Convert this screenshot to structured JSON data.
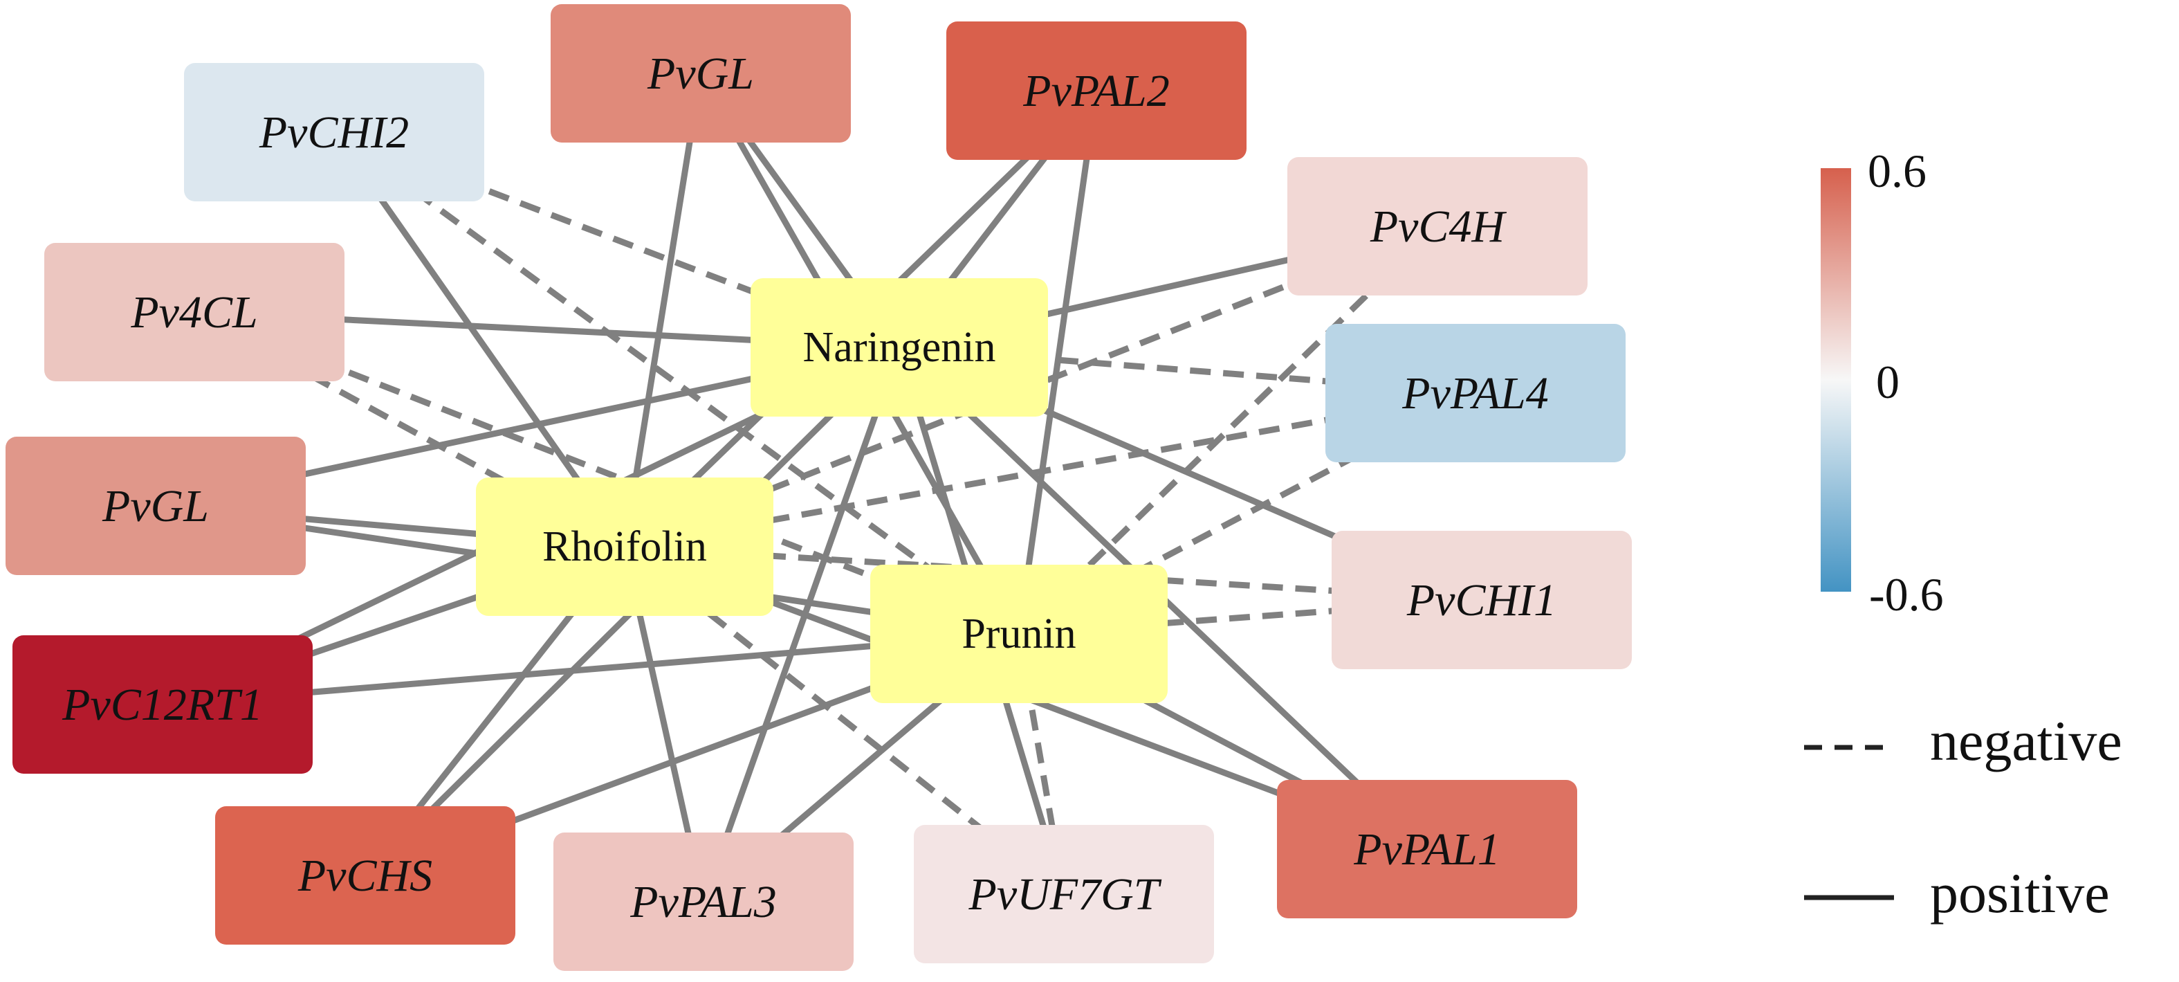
{
  "hubs": [
    {
      "id": "naringenin",
      "label": "Naringenin",
      "color": "#FFFF99"
    },
    {
      "id": "rhoifolin",
      "label": "Rhoifolin",
      "color": "#FFFF99"
    },
    {
      "id": "prunin",
      "label": "Prunin",
      "color": "#FFFF99"
    }
  ],
  "genes": [
    {
      "id": "pvgl-top",
      "label": "PvGL",
      "color": "#E08A7A",
      "value": 0.35
    },
    {
      "id": "pvpal2",
      "label": "PvPAL2",
      "color": "#D9604C",
      "value": 0.45
    },
    {
      "id": "pvchi2",
      "label": "PvCHI2",
      "color": "#DCE7EF",
      "value": -0.1
    },
    {
      "id": "pvc4h",
      "label": "PvC4H",
      "color": "#F2D8D5",
      "value": 0.12
    },
    {
      "id": "pv4cl",
      "label": "Pv4CL",
      "color": "#ECC6C0",
      "value": 0.18
    },
    {
      "id": "pvpal4",
      "label": "PvPAL4",
      "color": "#B9D5E6",
      "value": -0.25
    },
    {
      "id": "pvgl-left",
      "label": "PvGL",
      "color": "#E0978A",
      "value": 0.3
    },
    {
      "id": "pvchi1",
      "label": "PvCHI1",
      "color": "#F1DAD7",
      "value": 0.1
    },
    {
      "id": "pvc12rt1",
      "label": "PvC12RT1",
      "color": "#B41A2C",
      "value": 0.6
    },
    {
      "id": "pvchs",
      "label": "PvCHS",
      "color": "#DC6450",
      "value": 0.45
    },
    {
      "id": "pvpal3",
      "label": "PvPAL3",
      "color": "#EEC5C0",
      "value": 0.18
    },
    {
      "id": "pvuf7gt",
      "label": "PvUF7GT",
      "color": "#F3E4E4",
      "value": 0.06
    },
    {
      "id": "pvpal1",
      "label": "PvPAL1",
      "color": "#DD7262",
      "value": 0.4
    }
  ],
  "edges": [
    {
      "gene": "pvgl-top",
      "hub": "naringenin",
      "sign": "positive"
    },
    {
      "gene": "pvgl-top",
      "hub": "rhoifolin",
      "sign": "positive"
    },
    {
      "gene": "pvgl-top",
      "hub": "prunin",
      "sign": "positive"
    },
    {
      "gene": "pvpal2",
      "hub": "naringenin",
      "sign": "positive"
    },
    {
      "gene": "pvpal2",
      "hub": "rhoifolin",
      "sign": "positive"
    },
    {
      "gene": "pvpal2",
      "hub": "prunin",
      "sign": "positive"
    },
    {
      "gene": "pvchi2",
      "hub": "naringenin",
      "sign": "negative"
    },
    {
      "gene": "pvchi2",
      "hub": "rhoifolin",
      "sign": "positive"
    },
    {
      "gene": "pvchi2",
      "hub": "prunin",
      "sign": "negative"
    },
    {
      "gene": "pvc4h",
      "hub": "naringenin",
      "sign": "positive"
    },
    {
      "gene": "pvc4h",
      "hub": "rhoifolin",
      "sign": "negative"
    },
    {
      "gene": "pvc4h",
      "hub": "prunin",
      "sign": "negative"
    },
    {
      "gene": "pv4cl",
      "hub": "naringenin",
      "sign": "positive"
    },
    {
      "gene": "pv4cl",
      "hub": "rhoifolin",
      "sign": "negative"
    },
    {
      "gene": "pv4cl",
      "hub": "prunin",
      "sign": "negative"
    },
    {
      "gene": "pvpal4",
      "hub": "naringenin",
      "sign": "negative"
    },
    {
      "gene": "pvpal4",
      "hub": "rhoifolin",
      "sign": "negative"
    },
    {
      "gene": "pvpal4",
      "hub": "prunin",
      "sign": "negative"
    },
    {
      "gene": "pvgl-left",
      "hub": "naringenin",
      "sign": "positive"
    },
    {
      "gene": "pvgl-left",
      "hub": "rhoifolin",
      "sign": "positive"
    },
    {
      "gene": "pvgl-left",
      "hub": "prunin",
      "sign": "positive"
    },
    {
      "gene": "pvchi1",
      "hub": "naringenin",
      "sign": "positive"
    },
    {
      "gene": "pvchi1",
      "hub": "rhoifolin",
      "sign": "negative"
    },
    {
      "gene": "pvchi1",
      "hub": "prunin",
      "sign": "negative"
    },
    {
      "gene": "pvc12rt1",
      "hub": "naringenin",
      "sign": "positive"
    },
    {
      "gene": "pvc12rt1",
      "hub": "rhoifolin",
      "sign": "positive"
    },
    {
      "gene": "pvc12rt1",
      "hub": "prunin",
      "sign": "positive"
    },
    {
      "gene": "pvchs",
      "hub": "naringenin",
      "sign": "positive"
    },
    {
      "gene": "pvchs",
      "hub": "rhoifolin",
      "sign": "positive"
    },
    {
      "gene": "pvchs",
      "hub": "prunin",
      "sign": "positive"
    },
    {
      "gene": "pvpal3",
      "hub": "naringenin",
      "sign": "positive"
    },
    {
      "gene": "pvpal3",
      "hub": "rhoifolin",
      "sign": "positive"
    },
    {
      "gene": "pvpal3",
      "hub": "prunin",
      "sign": "positive"
    },
    {
      "gene": "pvuf7gt",
      "hub": "naringenin",
      "sign": "positive"
    },
    {
      "gene": "pvuf7gt",
      "hub": "rhoifolin",
      "sign": "negative"
    },
    {
      "gene": "pvuf7gt",
      "hub": "prunin",
      "sign": "negative"
    },
    {
      "gene": "pvpal1",
      "hub": "naringenin",
      "sign": "positive"
    },
    {
      "gene": "pvpal1",
      "hub": "rhoifolin",
      "sign": "positive"
    },
    {
      "gene": "pvpal1",
      "hub": "prunin",
      "sign": "positive"
    }
  ],
  "edge_color": "#808080",
  "colorbar": {
    "max_label": "0.6",
    "mid_label": "0",
    "min_label": "-0.6",
    "max_color": "#D6604D",
    "mid_color": "#F7F7F7",
    "min_color": "#4393C3"
  },
  "legend": {
    "negative_label": "negative",
    "positive_label": "positive",
    "line_color": "#222222"
  }
}
